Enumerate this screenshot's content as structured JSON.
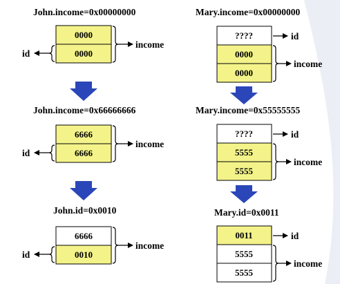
{
  "colors": {
    "highlight": "#f3f38a",
    "plain": "#ffffff",
    "border": "#000000",
    "arrow": "#2a46b8",
    "background_curve": "#dde3ef"
  },
  "left": {
    "steps": [
      {
        "title": "John.income=0x00000000",
        "cells": [
          {
            "text": "0000",
            "highlight": true
          },
          {
            "text": "0000",
            "highlight": true
          }
        ],
        "income_label": "income",
        "id_label": "id"
      },
      {
        "title": "John.income=0x66666666",
        "cells": [
          {
            "text": "6666",
            "highlight": true
          },
          {
            "text": "6666",
            "highlight": true
          }
        ],
        "income_label": "income",
        "id_label": "id"
      },
      {
        "title": "John.id=0x0010",
        "cells": [
          {
            "text": "6666",
            "highlight": false
          },
          {
            "text": "0010",
            "highlight": true
          }
        ],
        "income_label": "income",
        "id_label": "id"
      }
    ]
  },
  "right": {
    "steps": [
      {
        "title": "Mary.income=0x00000000",
        "cells": [
          {
            "text": "????",
            "highlight": false
          },
          {
            "text": "0000",
            "highlight": true
          },
          {
            "text": "0000",
            "highlight": true
          }
        ],
        "id_label": "id",
        "income_label": "income"
      },
      {
        "title": "Mary.income=0x55555555",
        "cells": [
          {
            "text": "????",
            "highlight": false
          },
          {
            "text": "5555",
            "highlight": true
          },
          {
            "text": "5555",
            "highlight": true
          }
        ],
        "id_label": "id",
        "income_label": "income"
      },
      {
        "title": "Mary.id=0x0011",
        "cells": [
          {
            "text": "0011",
            "highlight": true
          },
          {
            "text": "5555",
            "highlight": false
          },
          {
            "text": "5555",
            "highlight": false
          }
        ],
        "id_label": "id",
        "income_label": "income"
      }
    ]
  }
}
